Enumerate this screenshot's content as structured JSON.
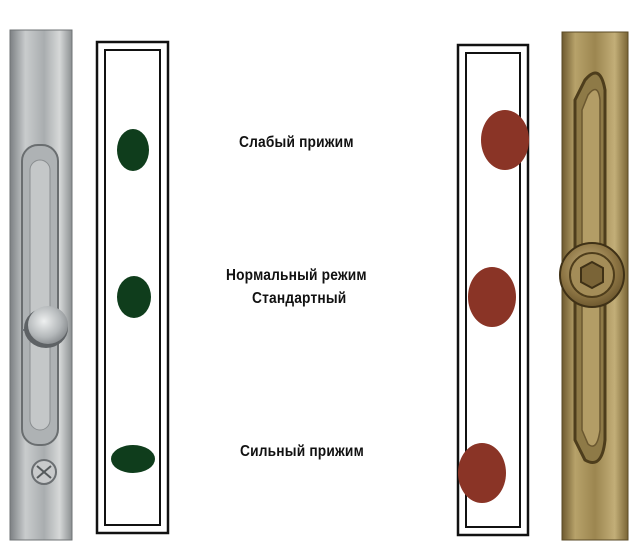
{
  "labels": {
    "weak": "Слабый прижим",
    "normal_line1": "Нормальный режим",
    "normal_line2": "Стандартный",
    "strong": "Сильный прижим"
  },
  "colors": {
    "left_marker": "#0f3d1c",
    "right_marker": "#8a3426",
    "frame_stroke": "#111111",
    "metal_silver": "#b9bcbd",
    "metal_brass": "#a8935a"
  }
}
